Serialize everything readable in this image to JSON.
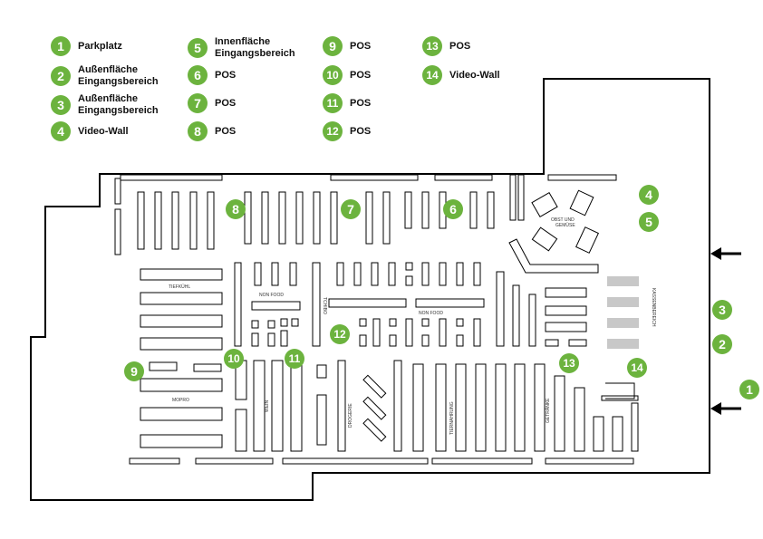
{
  "legend": [
    {
      "num": "1",
      "label": "Parkplatz"
    },
    {
      "num": "2",
      "label": "Außenfläche\nEingangsbereich"
    },
    {
      "num": "3",
      "label": "Außenfläche\nEingangsbereich"
    },
    {
      "num": "4",
      "label": "Video-Wall"
    },
    {
      "num": "5",
      "label": "Innenfläche\nEingangsbereich"
    },
    {
      "num": "6",
      "label": "POS"
    },
    {
      "num": "7",
      "label": "POS"
    },
    {
      "num": "8",
      "label": "POS"
    },
    {
      "num": "9",
      "label": "POS"
    },
    {
      "num": "10",
      "label": "POS"
    },
    {
      "num": "11",
      "label": "POS"
    },
    {
      "num": "12",
      "label": "POS"
    },
    {
      "num": "13",
      "label": "POS"
    },
    {
      "num": "14",
      "label": "Video-Wall"
    }
  ],
  "map_markers": [
    "8",
    "7",
    "6",
    "4",
    "5",
    "3",
    "2",
    "1",
    "9",
    "10",
    "11",
    "12",
    "13",
    "14"
  ],
  "zones": {
    "tiefkuehl": "TIEFKÜHL",
    "molpro": "MOPRO",
    "non_food_1": "NON FOOD",
    "non_food_2": "NON FOOD",
    "tchibo": "TCHIBO",
    "obst_gemuese": "OBST UND\nGEMÜSE",
    "kassenbereich": "KASSENBEREICH",
    "wein": "WEIN",
    "drogerie": "DROGERIE",
    "tiernahrung": "TIERNAHRUNG",
    "getraenke": "GETRÄNKE"
  },
  "colors": {
    "badge": "#6cb33e",
    "line": "#000000",
    "register": "#c8c8c8"
  }
}
